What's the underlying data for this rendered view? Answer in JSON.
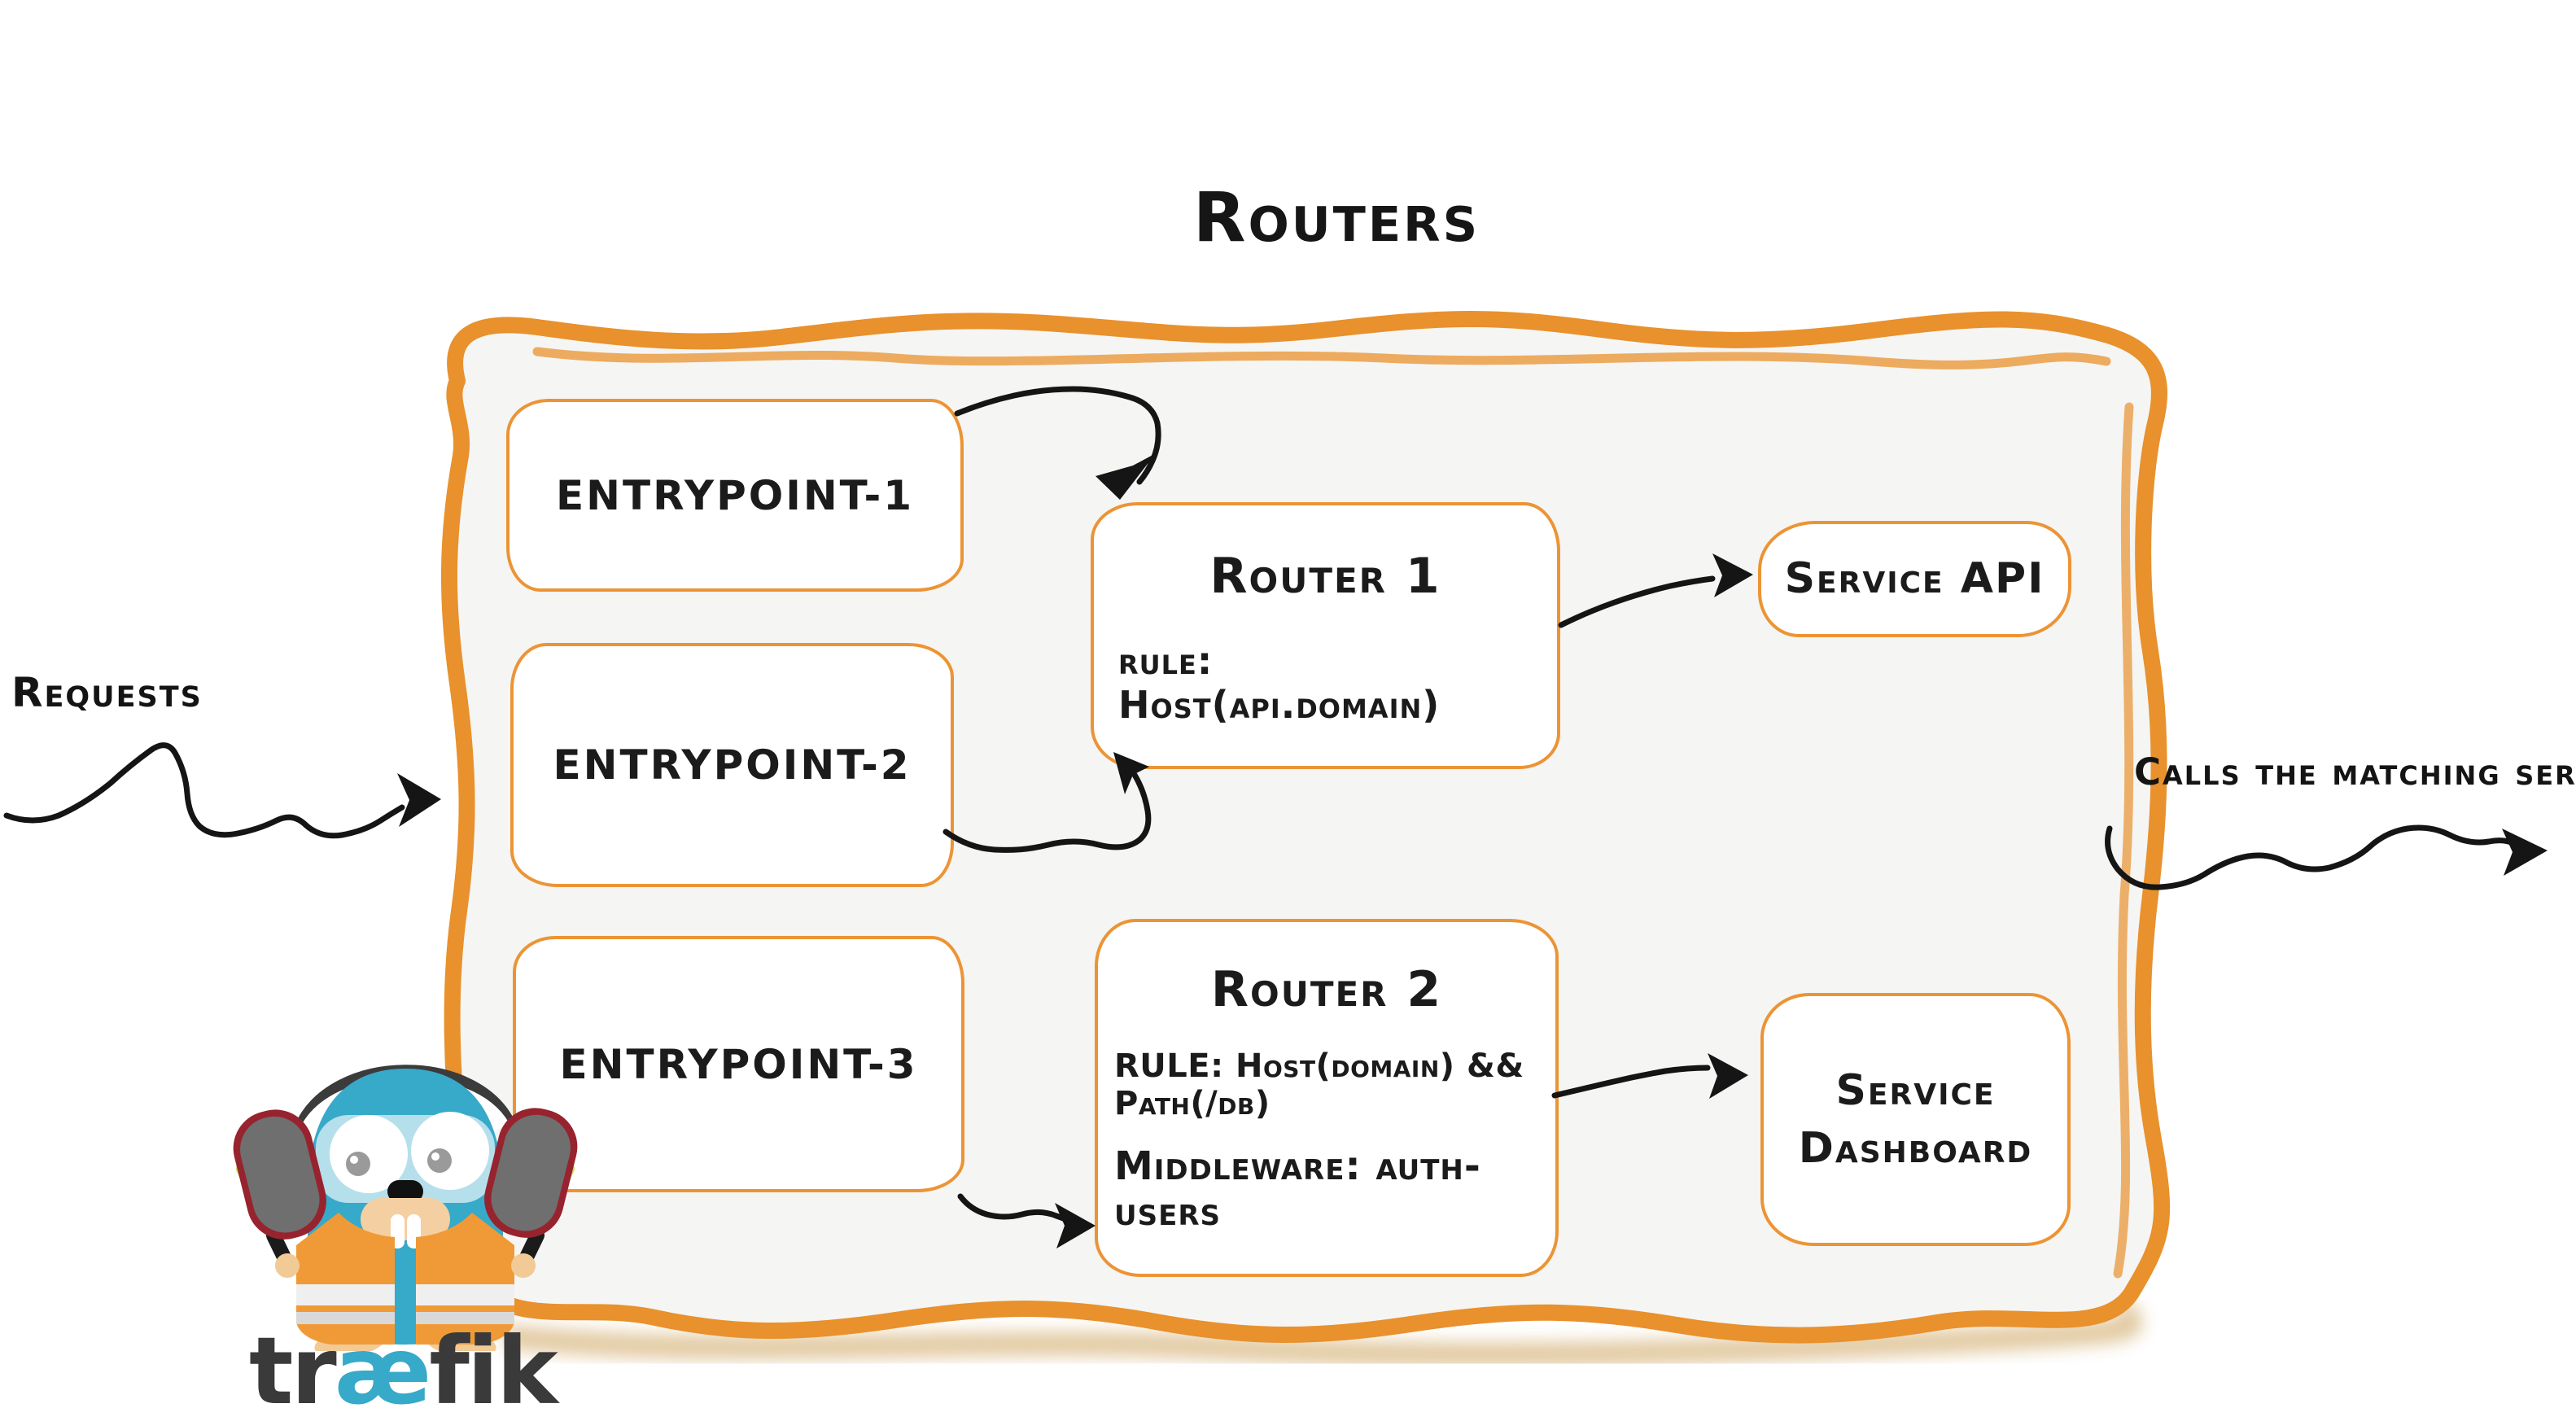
{
  "title": "Routers",
  "labels": {
    "requests": "Requests",
    "calls": "Calls the matching server"
  },
  "entrypoints": [
    {
      "label": "entrypoint-1"
    },
    {
      "label": "entrypoint-2"
    },
    {
      "label": "entrypoint-3"
    }
  ],
  "routers": [
    {
      "name": "Router 1",
      "rule": "rule: Host(api.domain)"
    },
    {
      "name": "Router 2",
      "rule": "RULE: Host(domain) && Path(/db)",
      "middleware": "Middleware: auth-users"
    }
  ],
  "services": [
    {
      "label": "Service API"
    },
    {
      "line1": "Service",
      "line2": "Dashboard"
    }
  ],
  "logo": {
    "pre": "tr",
    "ae": "æ",
    "post": "fik"
  },
  "colors": {
    "frame_orange": "#E8912D",
    "box_border_orange": "#EC9435",
    "frame_fill": "#F5F5F4",
    "ink": "#1B1B1B",
    "teal": "#37A9C9",
    "logo_dark": "#3A3A3A",
    "vest_orange": "#F09A37",
    "baton_green": "#C9E05A",
    "ear_red": "#97232E",
    "ear_gray": "#6F6F6F"
  }
}
